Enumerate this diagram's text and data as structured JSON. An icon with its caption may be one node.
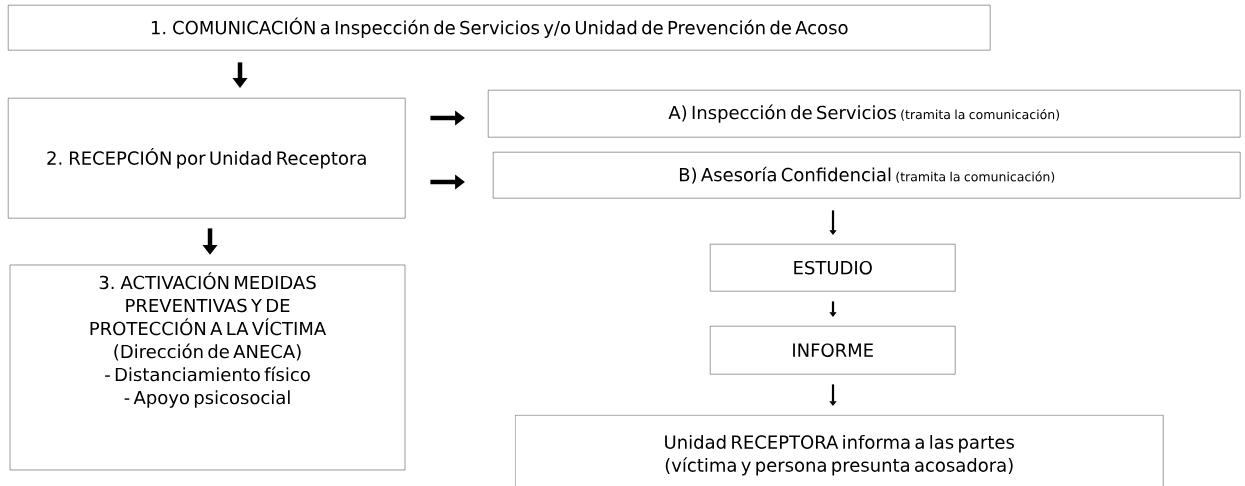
{
  "diagram": {
    "nodes": [
      {
        "text": [
          "1. COMUNICACIÓN a Inspección de Servicios y/o Unidad de Prevención de Acoso"
        ]
      },
      {
        "text": [
          "2. RECEPCIÓN por Unidad Receptora"
        ]
      },
      {
        "text": [
          "A)  Inspección de Servicios",
          "(tramita la comunicación)"
        ]
      },
      {
        "text": [
          "B)  Asesoría Confidencial",
          "(tramita la comunicación)"
        ]
      },
      {
        "text": [
          "3. ACTIVACIÓN MEDIDAS PREVENTIVAS Y DE PROTECCIÓN A LA VÍCTIMA",
          "(Dirección de ANECA)",
          "-    Distanciamiento físico",
          "-    Apoyo psicosocial"
        ]
      },
      {
        "text": [
          "ESTUDIO"
        ]
      },
      {
        "text": [
          "INFORME"
        ]
      },
      {
        "text": [
          "Unidad RECEPTORA informa a las partes (víctima y persona presunta acosadora)"
        ]
      }
    ],
    "edges": [
      {
        "from": 0,
        "to": 1,
        "arrow": "to"
      },
      {
        "from": 1,
        "to": 2,
        "arrow": "to"
      },
      {
        "from": 1,
        "to": 3,
        "arrow": "to"
      },
      {
        "from": 1,
        "to": 4,
        "arrow": "to"
      },
      {
        "from": 3,
        "to": 5,
        "arrow": "to"
      },
      {
        "from": 5,
        "to": 6,
        "arrow": "to"
      },
      {
        "from": 6,
        "to": 7,
        "arrow": "to"
      }
    ]
  }
}
